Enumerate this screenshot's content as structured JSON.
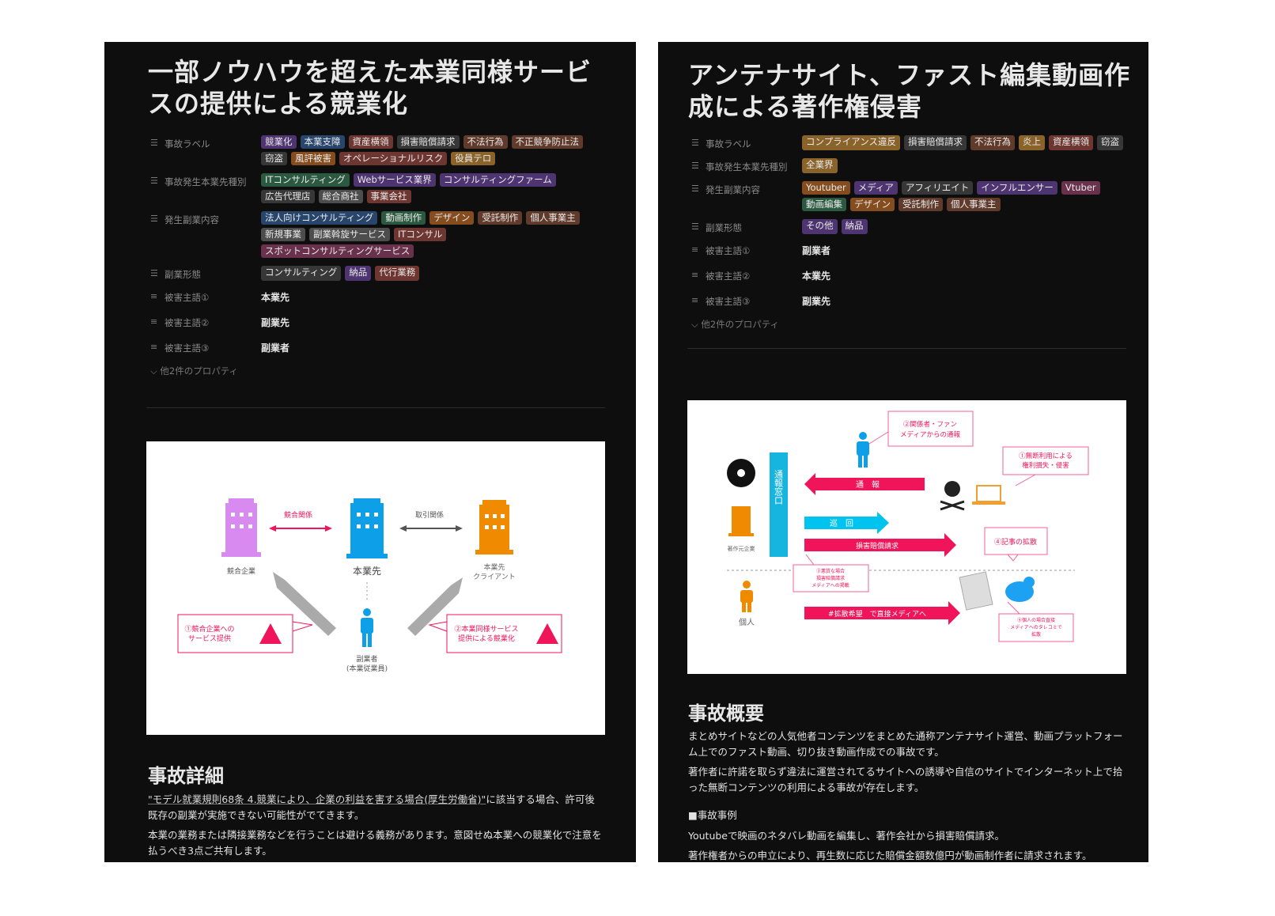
{
  "colors": {
    "purple": "#4e3470",
    "blue": "#28456c",
    "red": "#6e3630",
    "gray": "#373737",
    "lightgray": "#4d4d4d",
    "brown": "#603b2c",
    "orange": "#854c1d",
    "yellow": "#89632a",
    "green": "#2b593f",
    "pink": "#69314c",
    "diagram_red": "#f0145a",
    "diagram_cyan": "#00c3ef",
    "diagram_blue": "#0d9fe8",
    "diagram_orange": "#f08a00",
    "diagram_violet": "#d98af0"
  },
  "left": {
    "title": "一部ノウハウを超えた本業同様サービスの提供による競業化",
    "properties": [
      {
        "label": "事故ラベル",
        "icon": "list-icon",
        "tags": [
          [
            "競業化",
            "purple"
          ],
          [
            "本業支障",
            "blue"
          ],
          [
            "資産横領",
            "red"
          ],
          [
            "損害賠償請求",
            "gray"
          ],
          [
            "不法行為",
            "brown"
          ],
          [
            "不正競争防止法",
            "brown"
          ],
          [
            "窃盗",
            "gray"
          ],
          [
            "風評被害",
            "orange"
          ],
          [
            "オペレーショナルリスク",
            "red"
          ],
          [
            "役員テロ",
            "yellow"
          ]
        ]
      },
      {
        "label": "事故発生本業先種別",
        "icon": "list-icon",
        "tags": [
          [
            "ITコンサルティング",
            "green"
          ],
          [
            "Webサービス業界",
            "purple"
          ],
          [
            "コンサルティングファーム",
            "purple"
          ],
          [
            "広告代理店",
            "gray"
          ],
          [
            "総合商社",
            "lightgray"
          ],
          [
            "事業会社",
            "red"
          ]
        ]
      },
      {
        "label": "発生副業内容",
        "icon": "list-icon",
        "tags": [
          [
            "法人向けコンサルティング",
            "blue"
          ],
          [
            "動画制作",
            "green"
          ],
          [
            "デザイン",
            "orange"
          ],
          [
            "受託制作",
            "brown"
          ],
          [
            "個人事業主",
            "brown"
          ],
          [
            "新規事業",
            "lightgray"
          ],
          [
            "副業斡旋サービス",
            "lightgray"
          ],
          [
            "ITコンサル",
            "red"
          ],
          [
            "スポットコンサルティングサービス",
            "pink"
          ]
        ]
      },
      {
        "label": "副業形態",
        "icon": "list-icon",
        "tags": [
          [
            "コンサルティング",
            "gray"
          ],
          [
            "納品",
            "purple"
          ],
          [
            "代行業務",
            "red"
          ]
        ]
      },
      {
        "label": "被害主語①",
        "icon": "text-icon",
        "text": "本業先"
      },
      {
        "label": "被害主語②",
        "icon": "text-icon",
        "text": "副業先"
      },
      {
        "label": "被害主語③",
        "icon": "text-icon",
        "text": "副業者"
      }
    ],
    "more": "他2件のプロパティ",
    "diagram": {
      "competitor_relation": "競合関係",
      "trade_relation": "取引関係",
      "competitor": "競合企業",
      "main_employer": "本業先",
      "client_line1": "本業先",
      "client_line2": "クライアント",
      "worker_line1": "副業者",
      "worker_line2": "(本業従業員)",
      "callout1_line1": "①競合企業への",
      "callout1_line2": "サービス提供",
      "callout2_line1": "②本業同様サービス",
      "callout2_line2": "提供による競業化"
    },
    "section_heading": "事故詳細",
    "para1_link": "\"モデル就業規則68条 4.競業により、企業の利益を害する場合(厚生労働省)\"",
    "para1_rest": "に該当する場合、許可後既存の副業が実施できない可能性がでてきます。",
    "para2": "本業の業務または隣接業務などを行うことは避ける義務があります。意図せぬ本業への競業化で注意を払うべき3点ご共有します。"
  },
  "right": {
    "title": "アンテナサイト、ファスト編集動画作成による著作権侵害",
    "properties": [
      {
        "label": "事故ラベル",
        "icon": "list-icon",
        "tags": [
          [
            "コンプライアンス違反",
            "yellow"
          ],
          [
            "損害賠償請求",
            "gray"
          ],
          [
            "不法行為",
            "brown"
          ],
          [
            "炎上",
            "yellow"
          ],
          [
            "資産横領",
            "red"
          ],
          [
            "窃盗",
            "gray"
          ]
        ]
      },
      {
        "label": "事故発生本業先種別",
        "icon": "list-icon",
        "tags": [
          [
            "全業界",
            "yellow"
          ]
        ]
      },
      {
        "label": "発生副業内容",
        "icon": "list-icon",
        "tags": [
          [
            "Youtuber",
            "orange"
          ],
          [
            "メディア",
            "purple"
          ],
          [
            "アフィリエイト",
            "gray"
          ],
          [
            "インフルエンサー",
            "purple"
          ],
          [
            "Vtuber",
            "pink"
          ],
          [
            "動画編集",
            "green"
          ],
          [
            "デザイン",
            "orange"
          ],
          [
            "受託制作",
            "brown"
          ],
          [
            "個人事業主",
            "brown"
          ]
        ]
      },
      {
        "label": "副業形態",
        "icon": "list-icon",
        "tags": [
          [
            "その他",
            "purple"
          ],
          [
            "納品",
            "purple"
          ]
        ]
      },
      {
        "label": "被害主語①",
        "icon": "text-icon",
        "text": "副業者"
      },
      {
        "label": "被害主語②",
        "icon": "text-icon",
        "text": "本業先"
      },
      {
        "label": "被害主語③",
        "icon": "text-icon",
        "text": "副業先"
      }
    ],
    "more": "他2件のプロパティ",
    "diagram": {
      "window": "通報窓口",
      "report": "通　報",
      "patrol": "巡　回",
      "damages": "損害賠償請求",
      "hashtag": "#拡散希望　で直接メディアへ",
      "rights_holder": "著作元企業",
      "individual": "個人",
      "c1_line1": "①無断利用による",
      "c1_line2": "権利損失・侵害",
      "c2_line1": "②関係者・ファン",
      "c2_line2": "メディアからの通報",
      "c3_line1": "③悪質な場合",
      "c3_line2": "損害賠償請求",
      "c3_line3": "メディアへの掲載",
      "c4": "④記事の拡散",
      "c5_line1": "⑤個人の場合直接",
      "c5_line2": "メディアへのタレコミで",
      "c5_line3": "拡散"
    },
    "section_heading": "事故概要",
    "para1": "まとめサイトなどの人気他者コンテンツをまとめた通称アンテナサイト運営、動画プラットフォーム上でのファスト動画、切り抜き動画作成での事故です。",
    "para2": "著作者に許諾を取らず違法に運営されてるサイトへの誘導や自信のサイトでインターネット上で拾った無断コンテンツの利用による事故が存在します。",
    "case_heading": "■事故事例",
    "case1": "Youtubeで映画のネタバレ動画を編集し、著作会社から損害賠償請求。",
    "case2": "著作権者からの申立により、再生数に応じた賠償金額数億円が動画制作者に請求されます。"
  }
}
